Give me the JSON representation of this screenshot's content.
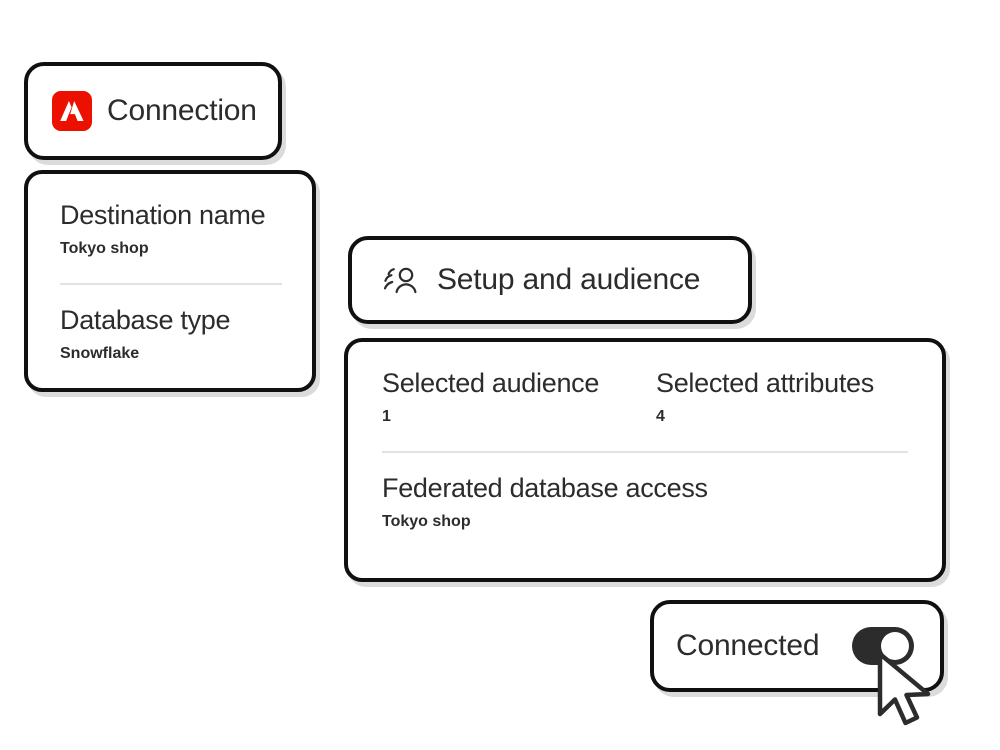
{
  "connection_card": {
    "logo_icon": "adobe-logo-icon",
    "title": "Connection"
  },
  "connection_details": {
    "fields": [
      {
        "label": "Destination name",
        "value": "Tokyo shop"
      },
      {
        "label": "Database type",
        "value": "Snowflake"
      }
    ]
  },
  "setup_card": {
    "icon": "audience-group-icon",
    "title": "Setup and audience"
  },
  "audience_details": {
    "columns": [
      {
        "label": "Selected audience",
        "value": "1"
      },
      {
        "label": "Selected attributes",
        "value": "4"
      }
    ],
    "federated": {
      "label": "Federated database access",
      "value": "Tokyo shop"
    }
  },
  "connected_card": {
    "label": "Connected",
    "toggle_state": "on",
    "toggle_icon": "toggle-switch-on-icon"
  },
  "cursor": {
    "icon": "mouse-pointer-cursor"
  },
  "colors": {
    "adobe_red": "#eb1000",
    "card_border": "#101010",
    "text": "#2c2c2c",
    "divider": "#e2e2e2",
    "toggle_on": "#2c2c2c",
    "card_background": "#ffffff"
  }
}
